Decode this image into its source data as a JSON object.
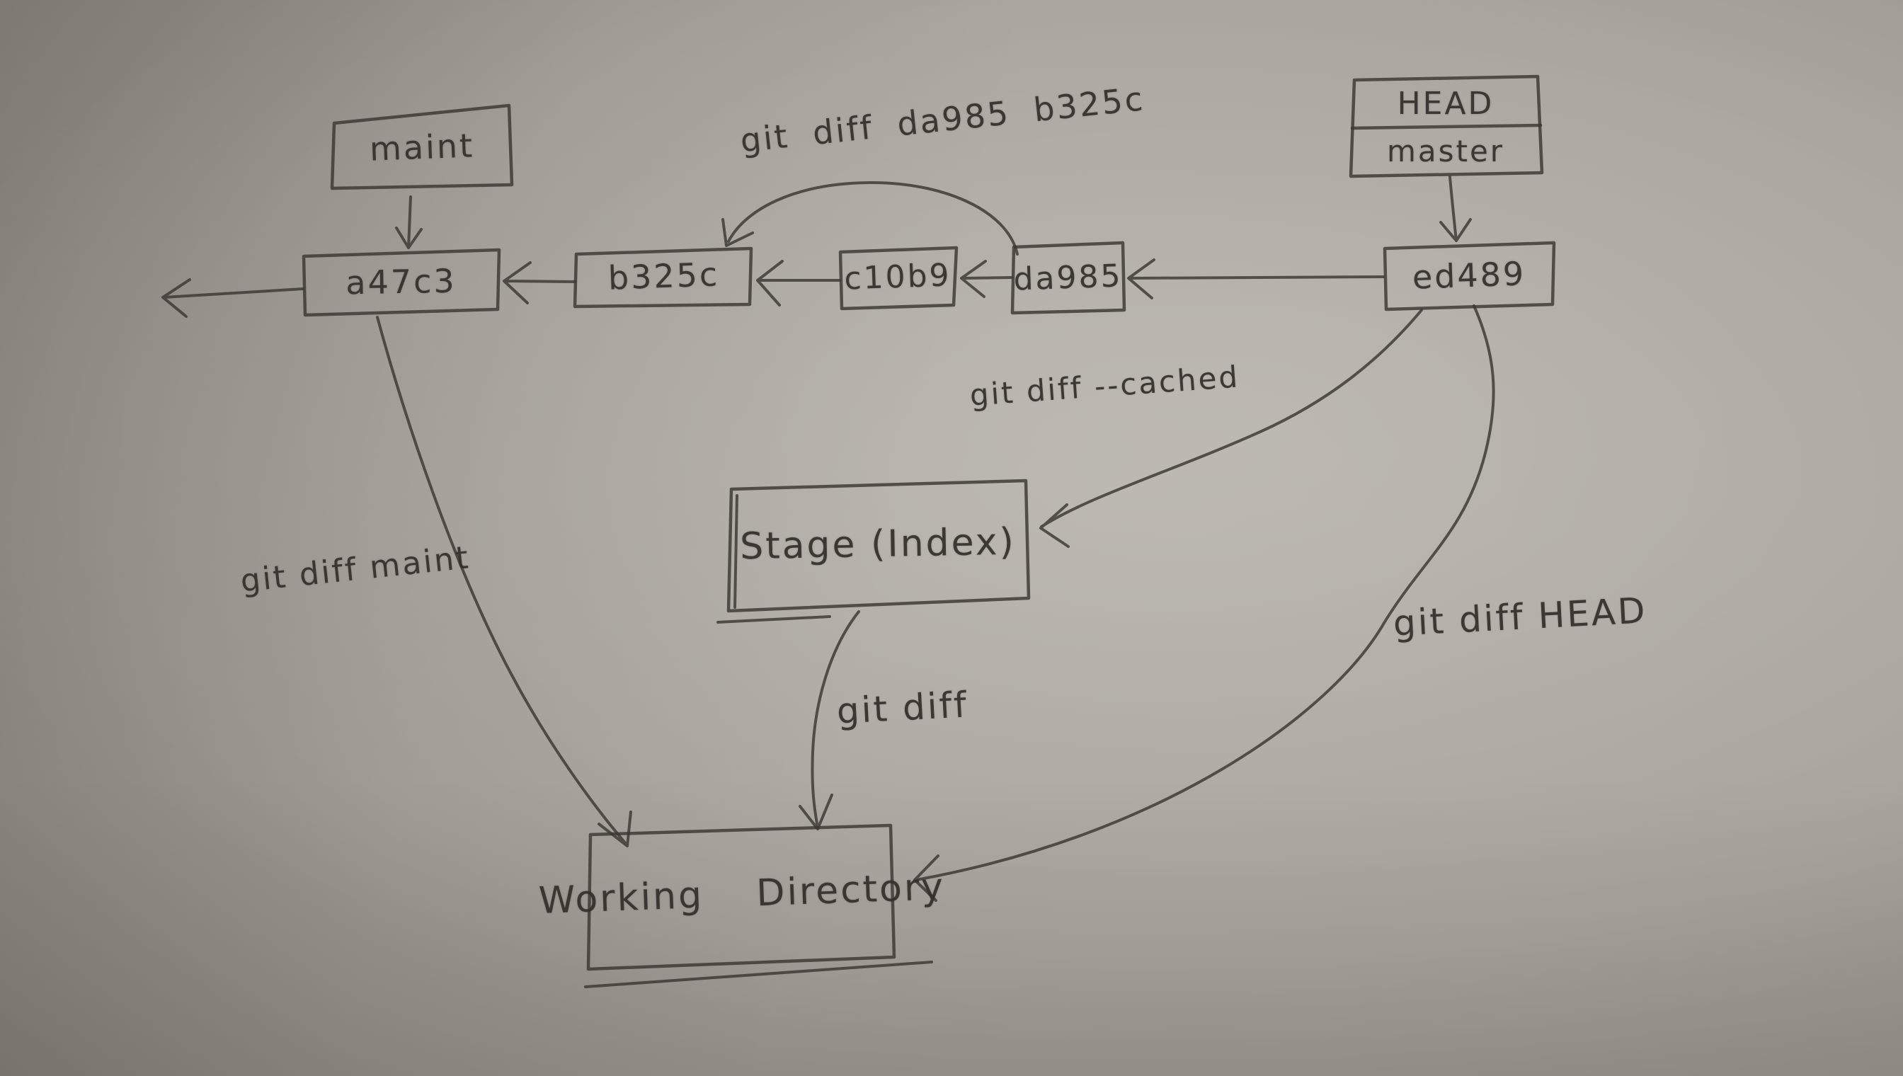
{
  "palette": {
    "paper_center": "#b2ada7",
    "paper_edge": "#7d7770",
    "ink": "#3b3733"
  },
  "refs": {
    "maint": "maint",
    "head": "HEAD",
    "head_target": "master"
  },
  "commits": [
    {
      "id": "a47c3"
    },
    {
      "id": "b325c"
    },
    {
      "id": "c10b9"
    },
    {
      "id": "da985"
    },
    {
      "id": "ed489"
    }
  ],
  "areas": {
    "stage": "Stage (Index)",
    "working_directory": "Working Directory"
  },
  "commands": {
    "diff_range": "git diff da985 b325c",
    "diff_cached": "git diff --cached",
    "diff_maint": "git diff maint",
    "diff_plain": "git diff",
    "diff_head": "git diff HEAD"
  },
  "relations": [
    {
      "from": "maint",
      "to": "a47c3",
      "kind": "branch-pointer"
    },
    {
      "from": "HEAD/master",
      "to": "ed489",
      "kind": "branch-pointer"
    },
    {
      "from": "ed489",
      "to": "da985",
      "kind": "parent"
    },
    {
      "from": "da985",
      "to": "c10b9",
      "kind": "parent"
    },
    {
      "from": "c10b9",
      "to": "b325c",
      "kind": "parent"
    },
    {
      "from": "b325c",
      "to": "a47c3",
      "kind": "parent"
    },
    {
      "from": "a47c3",
      "to": "earlier-history",
      "kind": "parent"
    },
    {
      "from": "da985",
      "to": "b325c",
      "kind": "command",
      "command": "diff_range"
    },
    {
      "from": "ed489",
      "to": "stage",
      "kind": "command",
      "command": "diff_cached"
    },
    {
      "from": "a47c3",
      "to": "working_directory",
      "kind": "command",
      "command": "diff_maint"
    },
    {
      "from": "stage",
      "to": "working_directory",
      "kind": "command",
      "command": "diff_plain"
    },
    {
      "from": "ed489",
      "to": "working_directory",
      "kind": "command",
      "command": "diff_head"
    }
  ]
}
